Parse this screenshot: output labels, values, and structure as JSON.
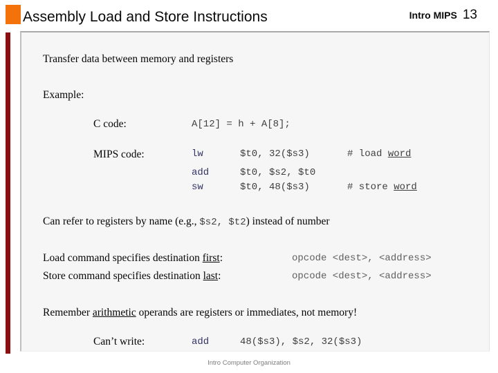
{
  "header": {
    "title": "Assembly Load and Store Instructions",
    "course_tag": "Intro MIPS",
    "page_number": "13"
  },
  "slide": {
    "intro": "Transfer data between memory and registers",
    "example_label": "Example:",
    "c_code": {
      "label": "C code:",
      "code": "A[12] = h + A[8];"
    },
    "mips": {
      "label": "MIPS code:",
      "lines": [
        {
          "mnemonic": "lw",
          "operands": "$t0, 32($s3)",
          "comment": "# load ",
          "comment_underlined": "word"
        },
        {
          "mnemonic": "add",
          "operands": "$t0, $s2, $t0",
          "comment": "",
          "comment_underlined": ""
        },
        {
          "mnemonic": "sw",
          "operands": "$t0, 48($s3)",
          "comment": "# store ",
          "comment_underlined": "word"
        }
      ]
    },
    "register_note": {
      "pre": "Can refer to registers by name (e.g., ",
      "registers": "$s2, $t2",
      "post": ") instead of number"
    },
    "load_rule": {
      "pre": "Load command specifies destination ",
      "underlined": "first",
      "post": ":",
      "syntax": "opcode <dest>, <address>"
    },
    "store_rule": {
      "pre": "Store command specifies destination ",
      "underlined": "last",
      "post": ":",
      "syntax": "opcode <dest>, <address>"
    },
    "remember": {
      "pre": "Remember ",
      "underlined": "arithmetic",
      "post": " operands are registers or immediates, not memory!"
    },
    "cant_write": {
      "label": "Can’t write:",
      "mnemonic": "add",
      "operands": "48($s3), $s2, 32($s3)"
    }
  },
  "footer": {
    "text": "Intro Computer Organization"
  },
  "colors": {
    "accent_orange": "#f4720a",
    "bar_maroon": "#8a1010",
    "mnemonic_navy": "#333366",
    "code_gray": "#3f3f3f",
    "syntax_gray": "#5f5f5f",
    "content_bg": "#f6f6f6"
  }
}
